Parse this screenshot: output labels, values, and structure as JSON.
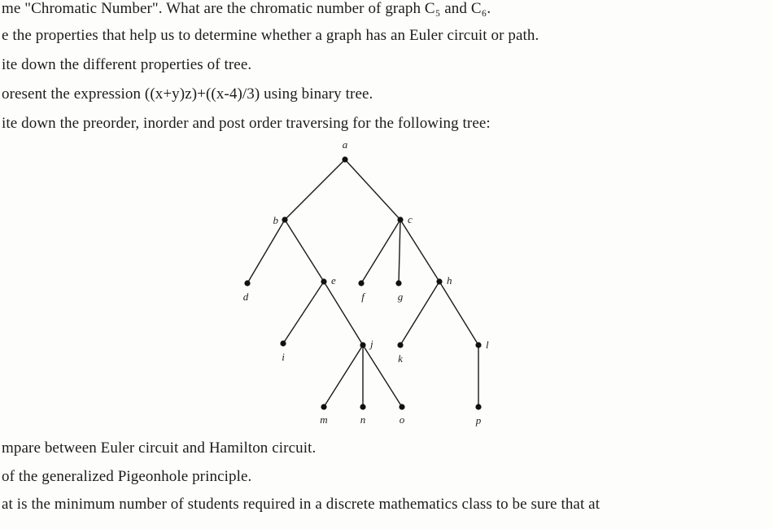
{
  "questions": [
    "me \"Chromatic Number\". What are the chromatic number of graph C₅ and C₆.",
    "e the properties that help us to determine whether a graph has an Euler circuit or path.",
    "ite down the different properties of tree.",
    "oresent the expression ((x+y)z)+((x-4)/3) using binary tree.",
    "ite down the preorder, inorder and post order traversing for the following tree:",
    "mpare between Euler circuit and Hamilton circuit.",
    "of the generalized Pigeonhole principle.",
    "at is the minimum number of students required in a discrete mathematics class to be sure that at"
  ],
  "tree": {
    "nodes": [
      {
        "id": "a",
        "label": "a"
      },
      {
        "id": "b",
        "label": "b"
      },
      {
        "id": "c",
        "label": "c"
      },
      {
        "id": "d",
        "label": "d"
      },
      {
        "id": "e",
        "label": "e"
      },
      {
        "id": "f",
        "label": "f"
      },
      {
        "id": "g",
        "label": "g"
      },
      {
        "id": "h",
        "label": "h"
      },
      {
        "id": "i",
        "label": "i"
      },
      {
        "id": "j",
        "label": "j"
      },
      {
        "id": "k",
        "label": "k"
      },
      {
        "id": "l",
        "label": "l"
      },
      {
        "id": "m",
        "label": "m"
      },
      {
        "id": "n",
        "label": "n"
      },
      {
        "id": "o",
        "label": "o"
      },
      {
        "id": "p",
        "label": "p"
      }
    ],
    "edges": [
      [
        "a",
        "b"
      ],
      [
        "a",
        "c"
      ],
      [
        "b",
        "d"
      ],
      [
        "b",
        "e"
      ],
      [
        "c",
        "f"
      ],
      [
        "c",
        "g"
      ],
      [
        "c",
        "h"
      ],
      [
        "e",
        "i"
      ],
      [
        "e",
        "j"
      ],
      [
        "h",
        "k"
      ],
      [
        "h",
        "l"
      ],
      [
        "j",
        "m"
      ],
      [
        "j",
        "n"
      ],
      [
        "j",
        "o"
      ],
      [
        "l",
        "p"
      ]
    ]
  }
}
